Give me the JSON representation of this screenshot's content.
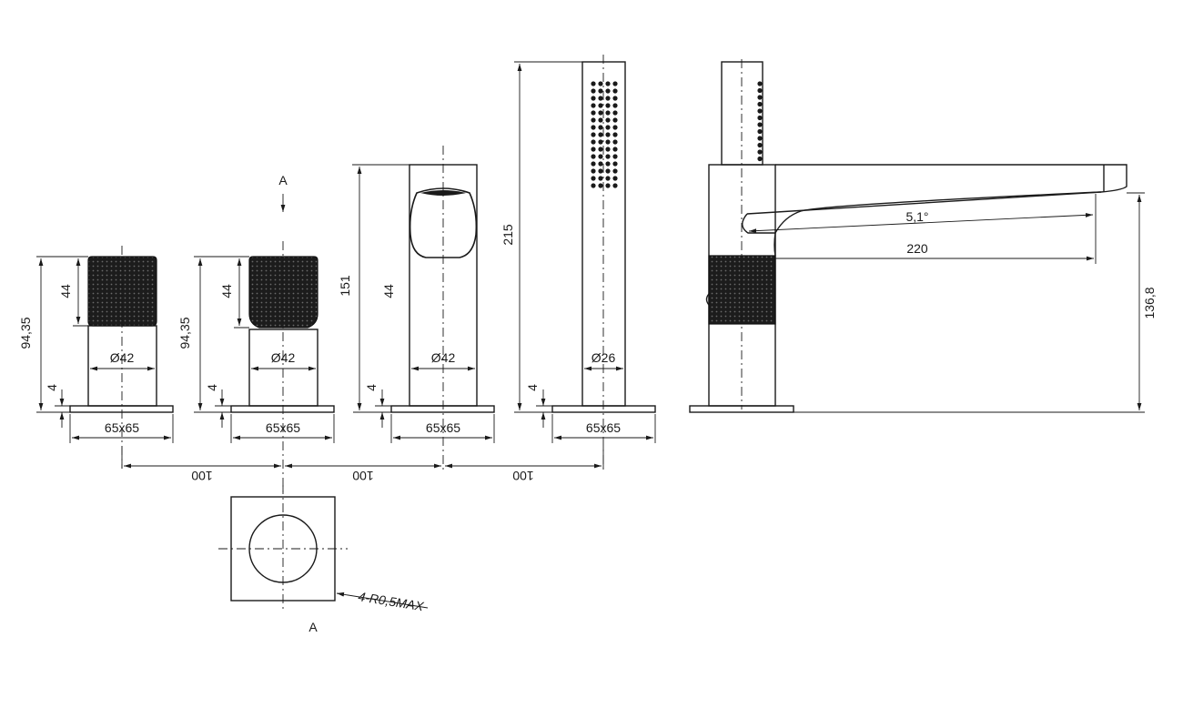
{
  "drawing": {
    "view_label_top": "A",
    "view_label_bottom": "A",
    "dims": {
      "d1_height_total": "94,35",
      "d1_height_knob": "44",
      "d1_dia": "Ø42",
      "d1_base_thk": "4",
      "d1_base": "65x65",
      "d2_height_total": "94,35",
      "d2_height_knob": "44",
      "d2_dia": "Ø42",
      "d2_base_thk": "4",
      "d2_base": "65x65",
      "d3_height_total": "151",
      "d3_height_knob": "44",
      "d3_dia": "Ø42",
      "d3_base_thk": "4",
      "d3_base": "65x65",
      "d4_height_total": "215",
      "d4_dia": "Ø26",
      "d4_base_thk": "4",
      "d4_base": "65x65",
      "spacing_1": "100",
      "spacing_2": "100",
      "spacing_3": "100",
      "spout_angle": "5,1°",
      "spout_length": "220",
      "spout_height": "136,8",
      "radius_note": "4-R0,5MAX"
    },
    "colors": {
      "line": "#1a1a1a",
      "knurl": "#1c1c1c",
      "background": "#ffffff"
    }
  }
}
